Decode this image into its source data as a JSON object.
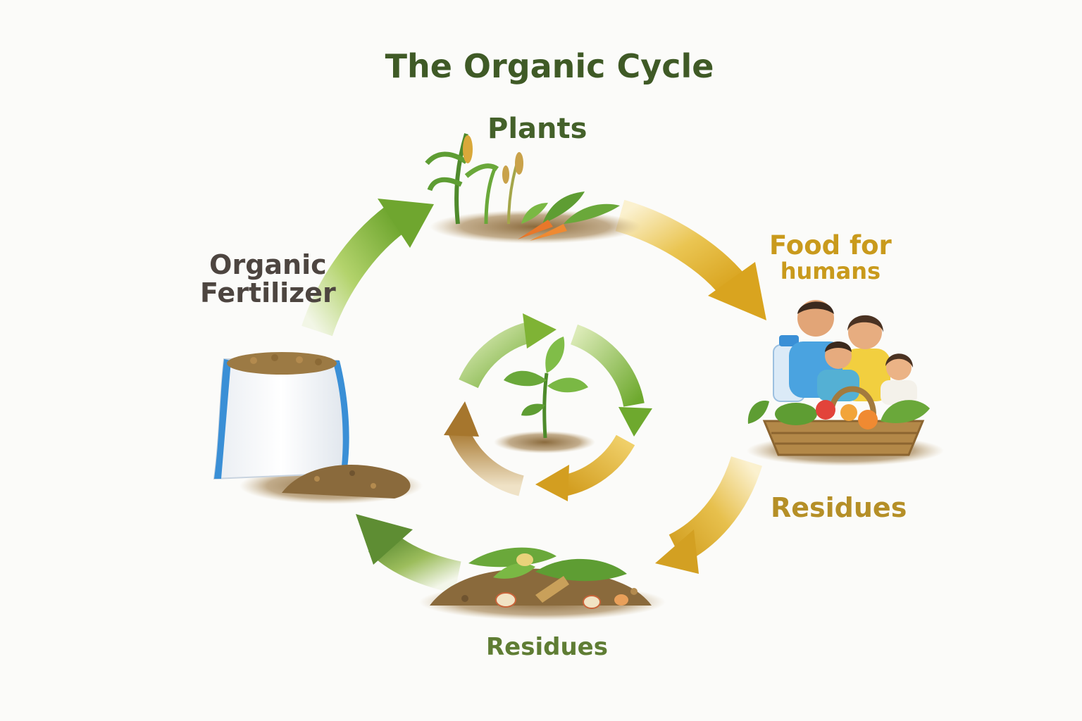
{
  "title": "The Organic Cycle",
  "nodes": {
    "plants": "Plants",
    "fertilizer_line1": "Organic",
    "fertilizer_line2": "Fertilizer",
    "food_line1": "Food for",
    "food_line2": "humans",
    "residues_right": "Residues",
    "residues_bottom": "Residues"
  },
  "icons": [
    "plants-icon",
    "family-food-basket-icon",
    "compost-residues-icon",
    "fertilizer-bag-icon",
    "seedling-icon",
    "recycle-arrows-icon"
  ],
  "colors": {
    "title": "#3f5a26",
    "green_arrow": "#7fb335",
    "gold_arrow": "#d9a823",
    "brown_arrow": "#a7772f",
    "dark_green_arrow": "#5f8f32",
    "soil": "#8a6a3c"
  }
}
